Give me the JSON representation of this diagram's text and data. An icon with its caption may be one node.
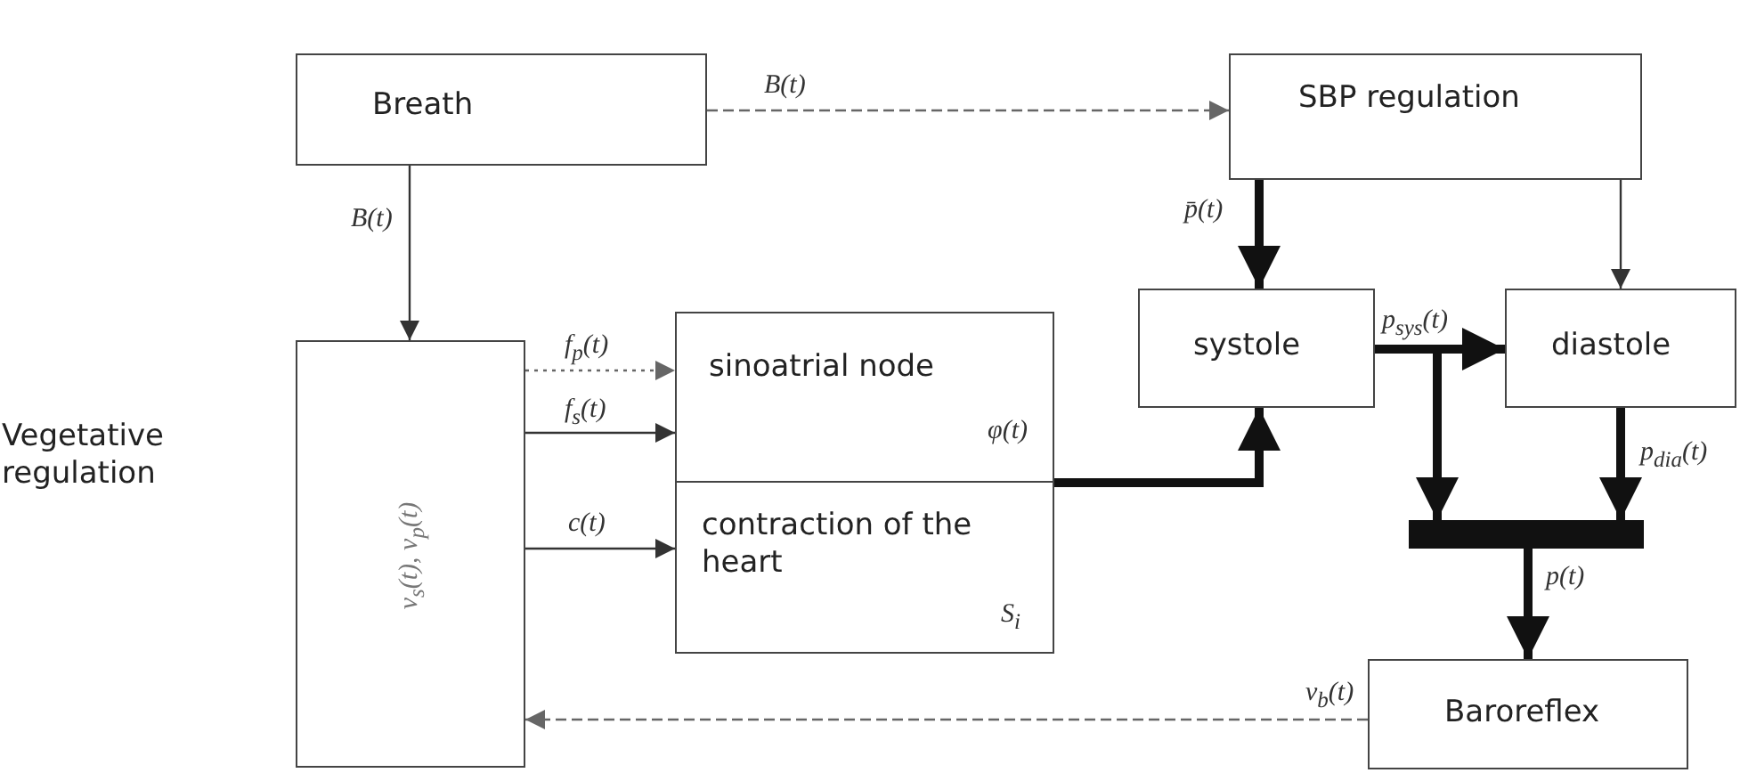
{
  "diagram": {
    "nodes": [
      {
        "text": [
          "Breath"
        ]
      },
      {
        "text": [
          "SBP regulation"
        ]
      },
      {
        "text": [
          "Vegetative regulation",
          "v$_{s}$(t), v$_{p}$(t)"
        ]
      },
      {
        "text": [
          "sinoatrial node",
          "φ(t)"
        ]
      },
      {
        "text": [
          "contraction of the heart",
          "S$_{i}$"
        ]
      },
      {
        "text": [
          "systole"
        ]
      },
      {
        "text": [
          "diastole"
        ]
      },
      {
        "text": [],
        "shape": "bar"
      },
      {
        "text": [
          "Baroreflex"
        ]
      }
    ],
    "edges": [
      {
        "from": 0,
        "to": 1,
        "arrow": "to",
        "label": "B(t)",
        "style": "dashed"
      },
      {
        "from": 0,
        "to": 2,
        "arrow": "to",
        "label": "B(t)"
      },
      {
        "from": 2,
        "to": 3,
        "arrow": "to",
        "label": "f$_{p}$(t)",
        "style": "dashed"
      },
      {
        "from": 2,
        "to": 3,
        "arrow": "to",
        "label": "f$_{s}$(t)"
      },
      {
        "from": 2,
        "to": 4,
        "arrow": "to",
        "label": "c(t)"
      },
      {
        "from": 4,
        "to": 5,
        "arrow": "to",
        "style": "thick"
      },
      {
        "from": 1,
        "to": 5,
        "arrow": "to",
        "label": "p̄(t)",
        "style": "thick"
      },
      {
        "from": 1,
        "to": 6,
        "arrow": "to"
      },
      {
        "from": 5,
        "to": 6,
        "arrow": "to",
        "label": "p$_{sys}$(t)",
        "style": "thick"
      },
      {
        "from": 5,
        "to": 7,
        "arrow": "to",
        "style": "thick"
      },
      {
        "from": 6,
        "to": 7,
        "arrow": "to",
        "label": "p$_{dia}$(t)",
        "style": "thick"
      },
      {
        "from": 7,
        "to": 8,
        "arrow": "to",
        "label": "p(t)",
        "style": "thick"
      },
      {
        "from": 8,
        "to": 2,
        "arrow": "to",
        "label": "v$_{b}$(t)",
        "style": "dashed"
      }
    ]
  }
}
